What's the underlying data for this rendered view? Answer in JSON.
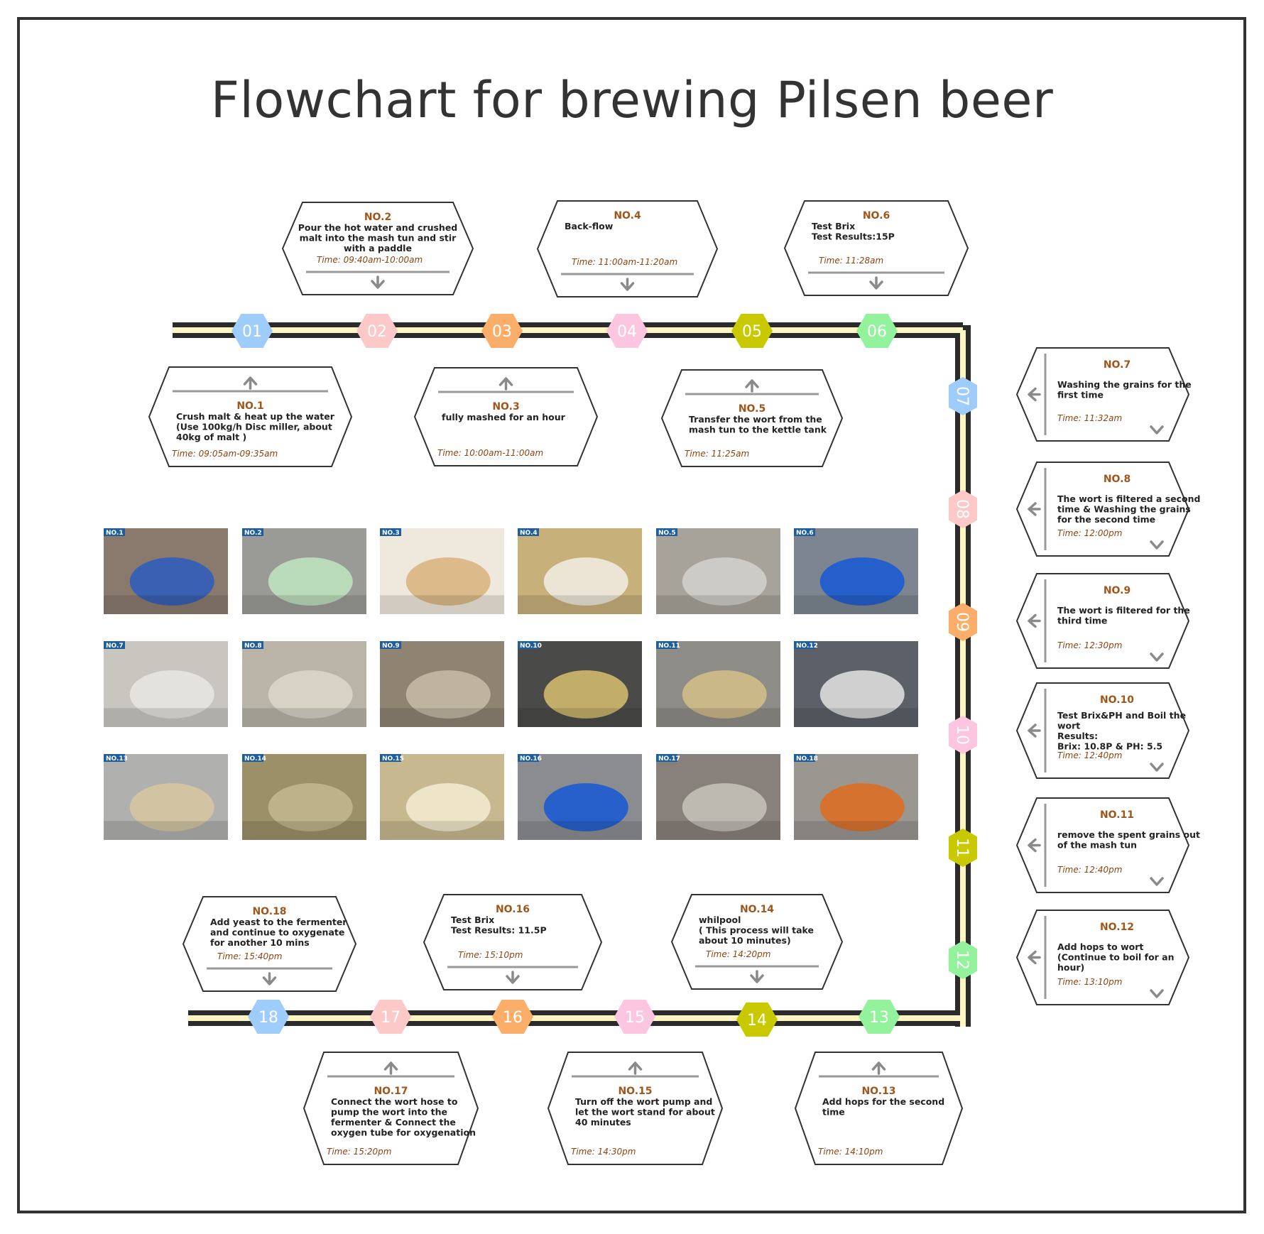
{
  "title": "Flowchart for brewing Pilsen beer",
  "colors": {
    "track_dark": "#2b2b2b",
    "track_light": "#fff6c4",
    "step_label": "#a0561b",
    "time_text": "#8b4513"
  },
  "badges": [
    {
      "label": "01",
      "color": "#9fcdfb"
    },
    {
      "label": "02",
      "color": "#fcc8c8"
    },
    {
      "label": "03",
      "color": "#fbae6a"
    },
    {
      "label": "04",
      "color": "#fcc6e0"
    },
    {
      "label": "05",
      "color": "#c9c900"
    },
    {
      "label": "06",
      "color": "#93f29c"
    },
    {
      "label": "07",
      "color": "#9fcdfb"
    },
    {
      "label": "08",
      "color": "#fcc8c8"
    },
    {
      "label": "09",
      "color": "#fbae6a"
    },
    {
      "label": "10",
      "color": "#fcc6e0"
    },
    {
      "label": "11",
      "color": "#c9c900"
    },
    {
      "label": "12",
      "color": "#93f29c"
    },
    {
      "label": "13",
      "color": "#93f29c"
    },
    {
      "label": "14",
      "color": "#c9c900"
    },
    {
      "label": "15",
      "color": "#fcc6e0"
    },
    {
      "label": "16",
      "color": "#fbae6a"
    },
    {
      "label": "17",
      "color": "#fcc8c8"
    },
    {
      "label": "18",
      "color": "#9fcdfb"
    }
  ],
  "steps": [
    {
      "no": "NO.1",
      "lines": [
        "Crush malt & heat up the water",
        "(Use 100kg/h Disc miller, about",
        "40kg of malt )"
      ],
      "time": "Time: 09:05am-09:35am"
    },
    {
      "no": "NO.2",
      "lines": [
        "Pour the hot water and crushed",
        "malt into the mash tun and stir",
        "with a paddle"
      ],
      "time": "Time: 09:40am-10:00am"
    },
    {
      "no": "NO.3",
      "lines": [
        "fully mashed for an hour"
      ],
      "time": "Time: 10:00am-11:00am"
    },
    {
      "no": "NO.4",
      "lines": [
        "Back-flow"
      ],
      "time": "Time: 11:00am-11:20am"
    },
    {
      "no": "NO.5",
      "lines": [
        "Transfer the wort from the",
        "mash tun to the kettle tank"
      ],
      "time": "Time: 11:25am"
    },
    {
      "no": "NO.6",
      "lines": [
        "Test Brix",
        "Test Results:15P"
      ],
      "time": "Time: 11:28am"
    },
    {
      "no": "NO.7",
      "lines": [
        "Washing the grains for the",
        "first time"
      ],
      "time": "Time: 11:32am"
    },
    {
      "no": "NO.8",
      "lines": [
        "The wort is filtered a second",
        "time & Washing the grains",
        "for the second time"
      ],
      "time": "Time: 12:00pm"
    },
    {
      "no": "NO.9",
      "lines": [
        "The wort is filtered for the",
        "third time"
      ],
      "time": "Time: 12:30pm"
    },
    {
      "no": "NO.10",
      "lines": [
        "Test Brix&PH and Boil the",
        "wort",
        "Results:",
        "Brix: 10.8P & PH: 5.5"
      ],
      "time": "Time: 12:40pm"
    },
    {
      "no": "NO.11",
      "lines": [
        "remove the spent grains out",
        "of the mash tun"
      ],
      "time": "Time: 12:40pm"
    },
    {
      "no": "NO.12",
      "lines": [
        "Add hops to wort",
        "(Continue to boil for an",
        "hour)"
      ],
      "time": "Time: 13:10pm"
    },
    {
      "no": "NO.13",
      "lines": [
        "Add hops for the second",
        "time"
      ],
      "time": "Time: 14:10pm"
    },
    {
      "no": "NO.14",
      "lines": [
        "whilpool",
        "( This process will take",
        "about 10 minutes)"
      ],
      "time": "Time: 14:20pm"
    },
    {
      "no": "NO.15",
      "lines": [
        "Turn off the wort pump and",
        "let the wort stand for about",
        "40 minutes"
      ],
      "time": "Time: 14:30pm"
    },
    {
      "no": "NO.16",
      "lines": [
        "Test Brix",
        "Test Results: 11.5P"
      ],
      "time": "Time: 15:10pm"
    },
    {
      "no": "NO.17",
      "lines": [
        "Connect the wort hose to",
        "pump the wort into the",
        "fermenter & Connect the",
        "oxygen tube for oxygenation"
      ],
      "time": "Time: 15:20pm"
    },
    {
      "no": "NO.18",
      "lines": [
        "Add yeast to the fermenter",
        "and continue to oxygenate",
        "for another 10 mins"
      ],
      "time": "Time: 15:40pm"
    }
  ],
  "photos": [
    {
      "label": "NO.1",
      "bg": "#8a7a6e",
      "accent": "#2a5cc0"
    },
    {
      "label": "NO.2",
      "bg": "#9a9a96",
      "accent": "#bfe6c0"
    },
    {
      "label": "NO.3",
      "bg": "#efe8dc",
      "accent": "#d8b27a"
    },
    {
      "label": "NO.4",
      "bg": "#c8b07a",
      "accent": "#f2efe6"
    },
    {
      "label": "NO.5",
      "bg": "#a8a39a",
      "accent": "#d4d2cc"
    },
    {
      "label": "NO.6",
      "bg": "#7d8690",
      "accent": "#1558d6"
    },
    {
      "label": "NO.7",
      "bg": "#c9c6c0",
      "accent": "#e8e6e0"
    },
    {
      "label": "NO.8",
      "bg": "#b9b3a8",
      "accent": "#dcd6cb"
    },
    {
      "label": "NO.9",
      "bg": "#8f8372",
      "accent": "#c8bda8"
    },
    {
      "label": "NO.10",
      "bg": "#4a4a48",
      "accent": "#d8c070"
    },
    {
      "label": "NO.11",
      "bg": "#8e8c86",
      "accent": "#d6c08a"
    },
    {
      "label": "NO.12",
      "bg": "#5c6068",
      "accent": "#e4e4e4"
    },
    {
      "label": "NO.13",
      "bg": "#b0b0ae",
      "accent": "#d8c8a0"
    },
    {
      "label": "NO.14",
      "bg": "#9c9068",
      "accent": "#c4b890"
    },
    {
      "label": "NO.15",
      "bg": "#c8b890",
      "accent": "#f4ecd4"
    },
    {
      "label": "NO.16",
      "bg": "#8a8c90",
      "accent": "#1558d6"
    },
    {
      "label": "NO.17",
      "bg": "#88807a",
      "accent": "#c8c4bc"
    },
    {
      "label": "NO.18",
      "bg": "#9a9690",
      "accent": "#e06c20"
    }
  ]
}
